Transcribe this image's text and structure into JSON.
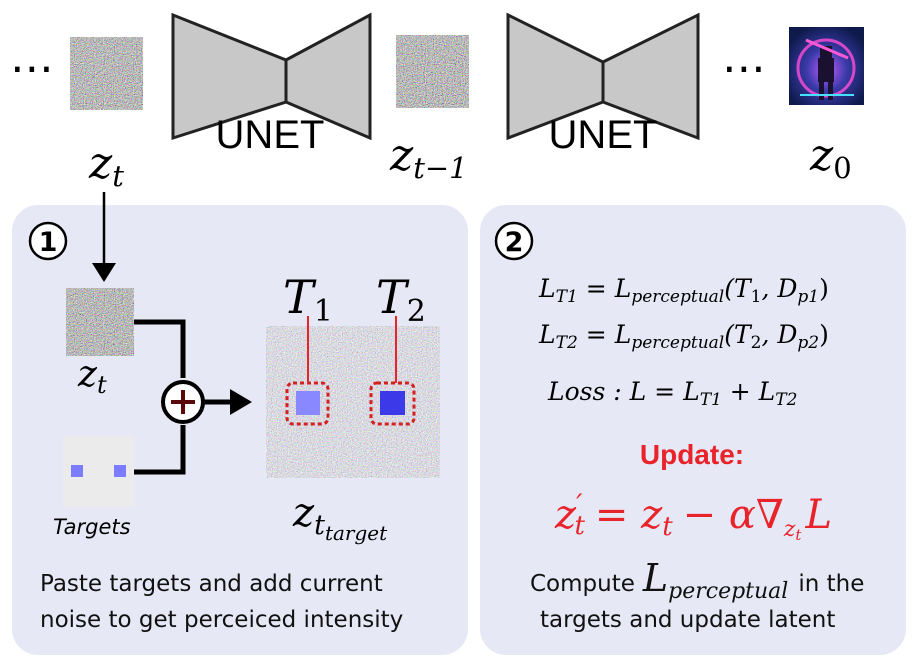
{
  "pipeline": {
    "ellipsis": "⋯",
    "unet_label": "UNET",
    "z_t": "z",
    "z_t_sub": "t",
    "z_tm1": "z",
    "z_tm1_sub": "t−1",
    "z_0": "z",
    "z_0_sub": "0"
  },
  "panel1": {
    "step_number": "1",
    "z_t": "z",
    "z_t_sub": "t",
    "plus": "+",
    "targets_label": "Targets",
    "t1": "T",
    "t1_sub": "1",
    "t2": "T",
    "t2_sub": "2",
    "z_target": "z",
    "z_target_sub": "t",
    "z_target_subsub": "target",
    "caption_line1": "Paste targets and add current",
    "caption_line2": "noise to get perceiced intensity"
  },
  "panel2": {
    "step_number": "2",
    "eq1": {
      "lhs": "L",
      "lhs_sub": "T1",
      "eq": "=",
      "rhs": "L",
      "rhs_sub": "perceptual",
      "args": "(T",
      "args_sub": "1",
      "args_rest": ", D",
      "args_sub2": "p1",
      "close": ")"
    },
    "eq2": {
      "lhs": "L",
      "lhs_sub": "T2",
      "eq": "=",
      "rhs": "L",
      "rhs_sub": "perceptual",
      "args": "(T",
      "args_sub": "2",
      "args_rest": ", D",
      "args_sub2": "p2",
      "close": ")"
    },
    "eq3": {
      "prefix": "Loss : L = L",
      "sub1": "T1",
      "mid": " + L",
      "sub2": "T2"
    },
    "update_label": "Update:",
    "update_eq": {
      "lhs": "z",
      "lhs_prime": "′",
      "lhs_sub": "t",
      "eq": "= z",
      "eq_sub": "t",
      "rest": "− α∇",
      "grad_sub": "z",
      "grad_subsub": "t",
      "tail": "L"
    },
    "caption_line1_pre": "Compute",
    "caption_math": "L",
    "caption_math_sub": "perceptual",
    "caption_line1_post": "in the",
    "caption_line2": "targets  and update latent"
  },
  "colors": {
    "panel_bg": "#e6e8f5",
    "unet_fill": "#c8c8c8",
    "red": "#e8232a",
    "target_square": "#7b7cff",
    "targets_bg": "#ebebeb"
  }
}
